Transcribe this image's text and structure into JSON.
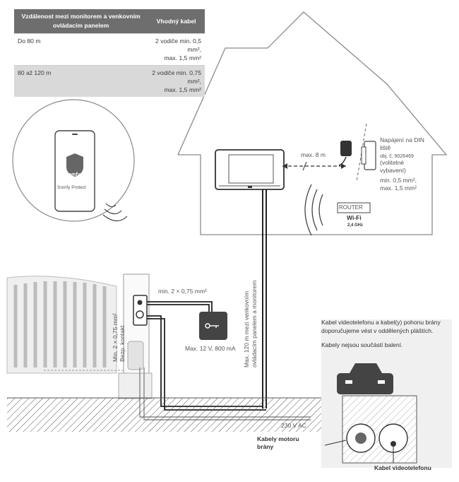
{
  "cable_table": {
    "headers": [
      "Vzdálenost mezi monitorem a venkovním ovládacím panelem",
      "Vhodný kabel"
    ],
    "rows": [
      {
        "distance": "Do 80 m",
        "cable_line1": "2 vodiče min. 0,5 mm²,",
        "cable_line2": "max. 1,5 mm²"
      },
      {
        "distance": "80 až 120 m",
        "cable_line1": "2 vodiče min. 0,75 mm²,",
        "cable_line2": "max. 1,5 mm²"
      }
    ]
  },
  "phone": {
    "brand": "somfy",
    "app": "Somfy Protect"
  },
  "power": {
    "line1": "Napájení na DIN",
    "line2": "liště",
    "ref": "obj. č. 9026469",
    "opt1": "(volitelné",
    "opt2": "vybavení)",
    "cable1": "min. 0,5 mm²,",
    "cable2": "max. 1,5 mm²"
  },
  "max_distance": "max. 8 m",
  "router": {
    "label": "ROUTER",
    "wifi": "Wi-Fi",
    "band": "2,4 GHz"
  },
  "gate_cable": "min. 2 × 0,75 mm²",
  "gate_contact": "Min. 2 × 0,75 mm²",
  "gate_contact2": "Bezp. kontakt",
  "psu": "Max. 12 V, 800 mA",
  "panel_monitor_line1": "Max. 120 m mezi venkovním",
  "panel_monitor_line2": "ovládacím panelem a monitorem",
  "mains": "230 V AC",
  "note": {
    "p1": "Kabel videotelefonu a kabel(y) pohonu brány doporučujeme vést v oddělených pláštích.",
    "p2": "Kabely nejsou součástí balení."
  },
  "motor_cables_line1": "Kabely motoru",
  "motor_cables_line2": "brány",
  "video_cable": "Kabel videotelefonu"
}
